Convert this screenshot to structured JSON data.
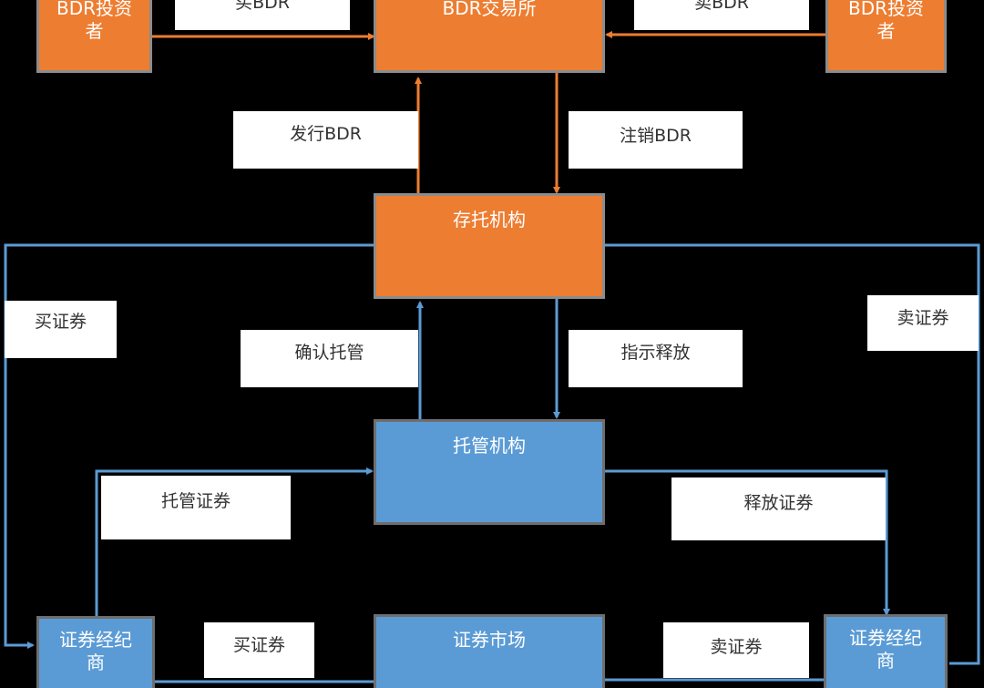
{
  "colors": {
    "background": "#000000",
    "issuer_flow": "#ED7D31",
    "custody_flow": "#5B9BD5",
    "box_border": "#8C8C8C",
    "label_background": "#FFFFFF",
    "label_text": "#333333"
  },
  "nodes": {
    "bdr_investor_left": "BDR投资\n者",
    "bdr_exchange": "BDR交易所",
    "bdr_investor_right": "BDR投资\n者",
    "depositary": "存托机构",
    "custodian": "托管机构",
    "broker_left": "证券经纪\n商",
    "securities_market": "证券市场",
    "broker_right": "证券经纪\n商"
  },
  "edge_labels": {
    "buy_bdr": "买BDR",
    "sell_bdr": "卖BDR",
    "issue_bdr": "发行BDR",
    "cancel_bdr": "注销BDR",
    "buy_securities_left": "买证券",
    "sell_securities_right": "卖证券",
    "confirm_custody": "确认托管",
    "instruct_release": "指示释放",
    "custody_securities": "托管证券",
    "release_securities": "释放证券",
    "buy_securities_bottom": "买证券",
    "sell_securities_bottom": "卖证券"
  }
}
